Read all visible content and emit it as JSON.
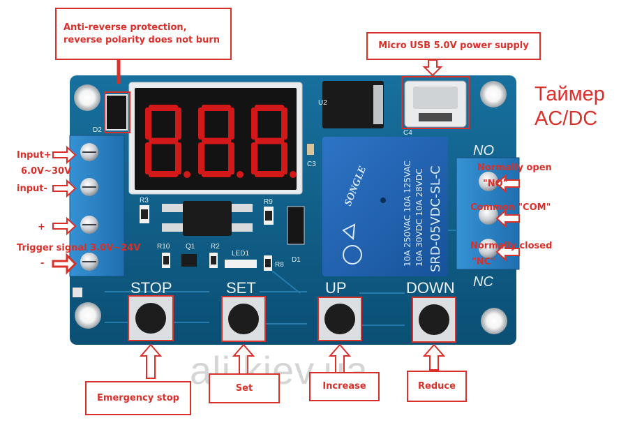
{
  "title": {
    "line1": "Таймер",
    "line2": "AC/DC"
  },
  "watermark": "ali.kiev.ua",
  "callouts": {
    "anti_reverse": {
      "line1": "Anti-reverse protection,",
      "line2": "reverse polarity does not burn"
    },
    "usb": "Micro USB 5.0V power supply",
    "emergency_stop": "Emergency stop",
    "set": "Set",
    "increase": "Increase",
    "reduce": "Reduce"
  },
  "side_labels": {
    "input_plus": "Input+",
    "voltage_range": "6.0V~30V",
    "input_minus": "input-",
    "plus": "+",
    "trigger": "Trigger signal 3.0V~24V",
    "minus": "-",
    "normally_open": "Normally open",
    "no_short": "\"NO\"",
    "common": "Common \"COM\"",
    "normally_closed": "Normally closed",
    "nc_short": "\"NC\""
  },
  "board": {
    "display": "8.8.8.",
    "silk": {
      "no": "NO",
      "nc": "NC",
      "stop": "STOP",
      "set": "SET",
      "up": "UP",
      "down": "DOWN",
      "d2": "D2",
      "d1": "D1",
      "u2": "U2",
      "c4": "C4",
      "c3": "C3",
      "r3": "R3",
      "r9": "R9",
      "r10": "R10",
      "q1": "Q1",
      "r2": "R2",
      "r8": "R8",
      "led1": "LED1"
    },
    "relay": {
      "brand": "SONGLE",
      "model": "SRD-05VDC-SL-C",
      "ratings": [
        "10A 250VAC 10A 125VAC",
        "10A 30VDC 10A 28VDC"
      ]
    }
  },
  "colors": {
    "accent": "#d9302a",
    "board": "#0e5d86",
    "relay": "#1f5fb0",
    "terminal": "#2a82c6",
    "display_segment": "#d21818"
  }
}
